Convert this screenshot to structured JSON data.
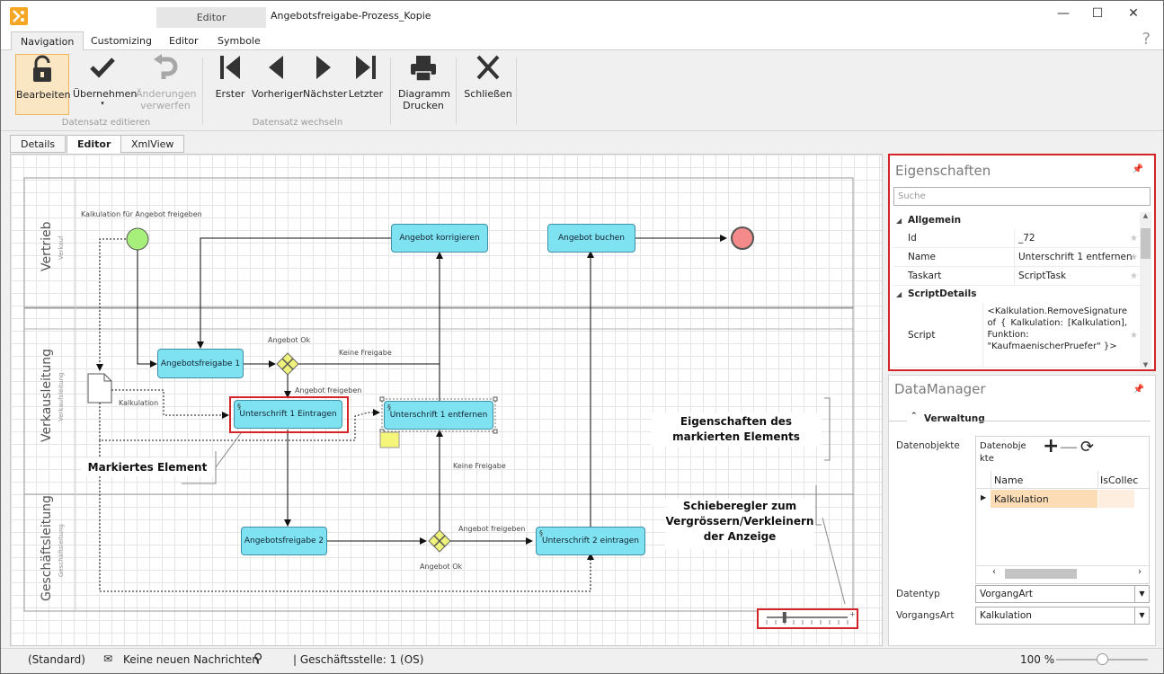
{
  "window": {
    "title": "Angebotsfreigabe-Prozess_Kopie",
    "context_tab": "Editor",
    "icons": [
      "app-icon",
      "minimize-icon",
      "maximize-icon",
      "close-icon",
      "help-icon"
    ]
  },
  "ribbon_tabs": [
    "Navigation",
    "Customizing",
    "Editor",
    "Symbole"
  ],
  "ribbon": {
    "edit": {
      "label": "Bearbeiten",
      "icon": "lock-icon"
    },
    "accept": {
      "label": "Übernehmen",
      "icon": "checkmark-icon"
    },
    "discard": {
      "label1": "Änderungen",
      "label2": "verwerfen",
      "icon": "undo-icon"
    },
    "group1": "Datensatz editieren",
    "first": {
      "label": "Erster",
      "icon": "first-icon"
    },
    "prev": {
      "label": "Vorheriger",
      "icon": "prev-icon"
    },
    "next": {
      "label": "Nächster",
      "icon": "next-icon"
    },
    "last": {
      "label": "Letzter",
      "icon": "last-icon"
    },
    "group2": "Datensatz wechseln",
    "print": {
      "label1": "Diagramm",
      "label2": "Drucken",
      "icon": "printer-icon"
    },
    "close": {
      "label": "Schließen",
      "icon": "x-icon"
    }
  },
  "doc_tabs": [
    "Details",
    "Editor",
    "XmlView"
  ],
  "diagram": {
    "lanes": [
      {
        "title": "Vertrieb",
        "sub": "Verkauf"
      },
      {
        "title": "Verkausleitung",
        "sub": "Verkaufsleitung"
      },
      {
        "title": "Geschäftsleitung",
        "sub": "Geschäftsleitung"
      }
    ],
    "tasks": {
      "korrigieren": "Angebot korrigieren",
      "buchen": "Angebot buchen",
      "freigabe1": "Angebotsfreigabe 1",
      "unterschrift1": "Unterschrift 1 Eintragen",
      "entfernen": "Unterschrift 1 entfernen",
      "freigabe2": "Angebotsfreigabe 2",
      "unterschrift2": "Unterschrift 2 eintragen"
    },
    "labels": {
      "kalkulation_freigeben": "Kalkulation für Angebot freigeben",
      "angebot_ok_1": "Angebot Ok",
      "keine_freigabe_1": "Keine Freigabe",
      "angebot_freigeben_1": "Angebot freigeben",
      "kalkulation": "Kalkulation",
      "keine_freigabe_2": "Keine Freigabe",
      "angebot_freigeben_2": "Angebot freigeben",
      "angebot_ok_2": "Angebot Ok"
    },
    "callouts": {
      "markiert": "Markiertes Element",
      "eigenschaften": "Eigenschaften des markierten Elements",
      "schieberegler1": "Schieberegler zum",
      "schieberegler2": "Vergrössern/Verkleinern",
      "schieberegler3": "der Anzeige"
    },
    "zoom_slider_value": 0.22
  },
  "properties": {
    "title": "Eigenschaften",
    "search_placeholder": "Suche",
    "cat_general": "Allgemein",
    "rows": [
      {
        "key": "Id",
        "value": "_72"
      },
      {
        "key": "Name",
        "value": "Unterschrift 1 entfernen"
      },
      {
        "key": "Taskart",
        "value": "ScriptTask"
      }
    ],
    "cat_script": "ScriptDetails",
    "script_key": "Script",
    "script_value": "<Kalkulation.RemoveSignature of { Kalkulation: [Kalkulation], Funktion: \"KaufmaenischerPruefer\" }>"
  },
  "datamanager": {
    "title": "DataManager",
    "section": "Verwaltung",
    "datenobjekte_label": "Datenobjekte",
    "datenobjekte_header1": "Datenobje",
    "datenobjekte_header2": "kte",
    "col_name": "Name",
    "col_iscollection": "IsCollec",
    "row_value": "Kalkulation",
    "datentyp_label": "Datentyp",
    "datentyp_value": "VorgangArt",
    "vorgangsart_label": "VorgangsArt",
    "vorgangsart_value": "Kalkulation"
  },
  "status": {
    "mode": "(Standard)",
    "messages": "Keine neuen Nachrichten",
    "branch": "| Geschäftsstelle:  1 (OS)",
    "zoom": "100 %",
    "zoom_value": 0.5
  }
}
